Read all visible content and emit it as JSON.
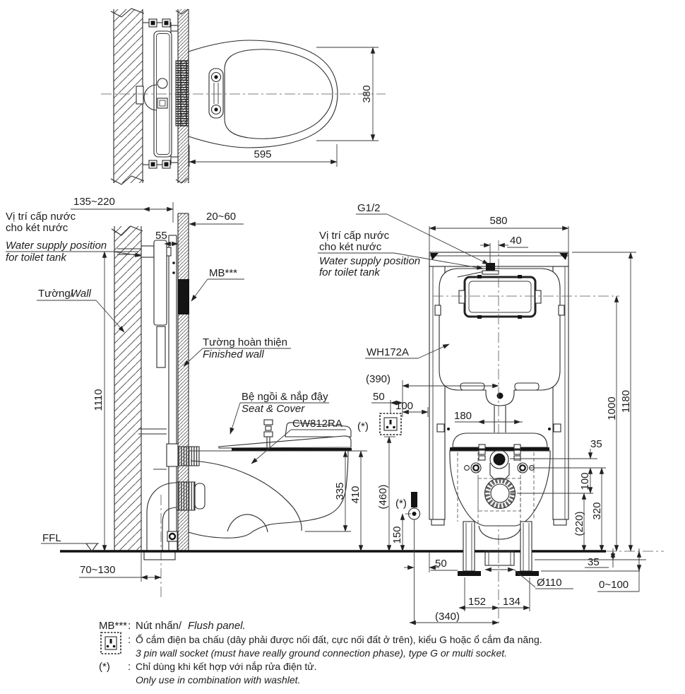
{
  "ink": "#1d1d1d",
  "top_view": {
    "dim_length": "595",
    "dim_width": "380"
  },
  "side_view": {
    "dim_cavity": "135~220",
    "dim_frame_depth": "55",
    "dim_finish_thickness": "20~60",
    "dim_supply_height": "1110",
    "dim_bowl_height": "335",
    "dim_rim_height": "410",
    "dim_drain_offset": "70~130",
    "label_ffl": "FFL",
    "label_supply_vn1": "Vị trí cấp nước",
    "label_supply_vn2": "cho két nước",
    "label_supply_en1": "Water supply position",
    "label_supply_en2": "for toilet tank",
    "label_wall_vn": "Tường/",
    "label_wall_en": " Wall",
    "label_finished_vn": "Tường hoàn thiện",
    "label_finished_en": "Finished wall",
    "label_seat_vn": "Bệ ngồi & nắp đậy",
    "label_seat_en": "Seat & Cover",
    "label_bowl_model": "CW812RA",
    "label_flush_panel": "MB***"
  },
  "front_view": {
    "label_thread": "G1/2",
    "dim_frame_width": "580",
    "dim_supply_offset": "40",
    "label_supply_vn1": "Vị trí cấp nước",
    "label_supply_vn2": "cho két nước",
    "label_supply_en1": "Water supply position",
    "label_supply_en2": "for toilet tank",
    "label_frame_model": "WH172A",
    "dim_socket_offset": "(390)",
    "dim_socket_50": "50",
    "dim_socket_100": "100",
    "mark_socket": "(*)",
    "mark_spray": "(*)",
    "dim_seat_studs": "180",
    "dim_frame_height": "1180",
    "dim_panel_height": "1000",
    "dim_inlet_to_bolts": "35",
    "dim_bolts_to_drain": "100",
    "dim_bolts_height": "320",
    "dim_drain_height": "(220)",
    "dim_socket_height": "(460)",
    "dim_spray_height": "150",
    "dim_leg_inset": "50",
    "dim_floor_drop": "35",
    "dim_drain_diameter": "Ø110",
    "dim_adjust_range": "0~100",
    "dim_drain_left": "152",
    "dim_drain_right": "134",
    "dim_overall": "(340)"
  },
  "legend": {
    "row1_key": "MB***",
    "row1_sep": ":",
    "row1_vn": "Nút nhấn/",
    "row1_en": "Flush panel.",
    "row2_sep": ":",
    "row2_vn": "Ổ cắm điện ba chấu (dây phải được nối đất, cực nối đất ở trên), kiểu G hoặc ổ cắm đa năng.",
    "row2_en": "3 pin wall socket (must have really ground connection phase), type G or multi socket.",
    "row3_key": "(*)",
    "row3_sep": ":",
    "row3_vn": "Chỉ dùng khi kết hợp với nắp rửa điện tử.",
    "row3_en": "Only use in combination with washlet."
  }
}
